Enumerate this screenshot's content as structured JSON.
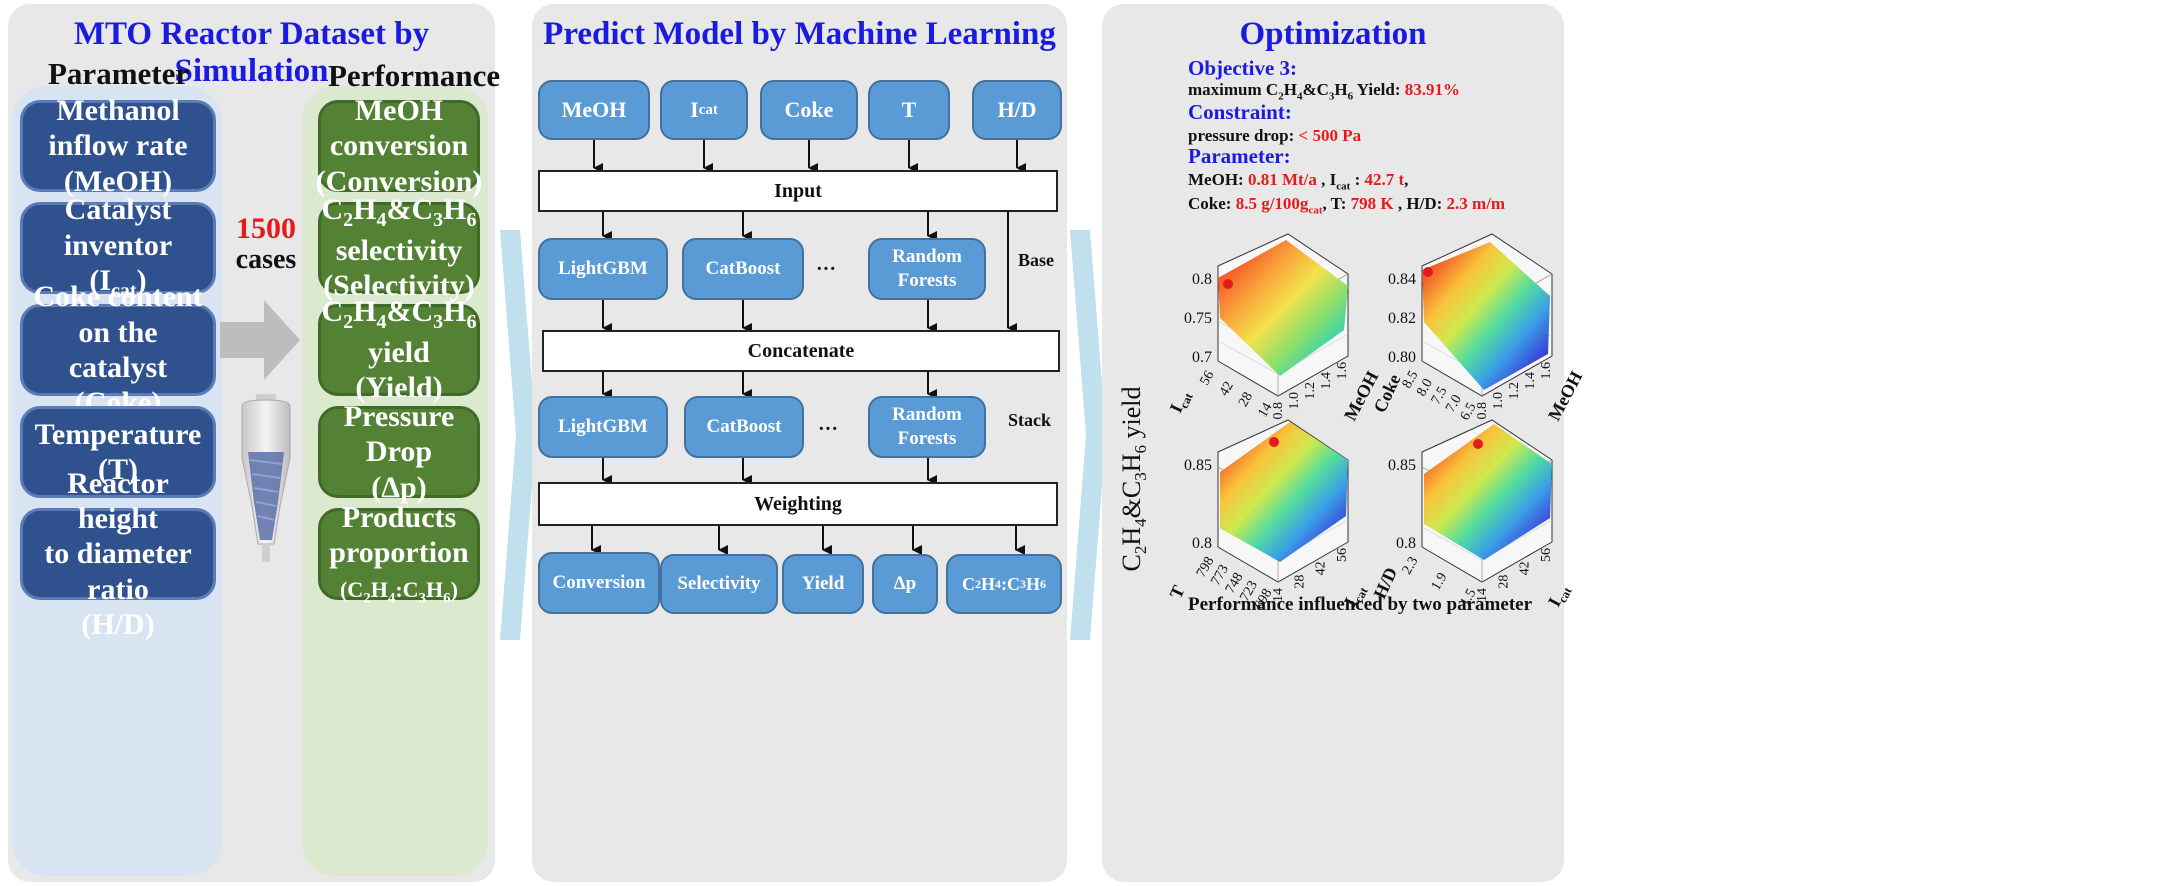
{
  "left": {
    "title": "MTO Reactor Dataset by Simulation",
    "parameter_header": "Parameter",
    "performance_header": "Performance",
    "parameters": [
      {
        "line1": "Methanol",
        "line2": "inflow rate",
        "line3": "(MeOH)"
      },
      {
        "line1": "Catalyst",
        "line2": "inventor",
        "line3": "(I",
        "sub": "cat",
        "close": ")"
      },
      {
        "line1": "Coke content",
        "line2": "on the catalyst",
        "line3": "(Coke)"
      },
      {
        "line1": "Temperature",
        "line2": "(T)"
      },
      {
        "line1": "Reactor height",
        "line2": "to diameter ratio",
        "line3": "(H/D)"
      }
    ],
    "cases_count": "1500",
    "cases_label": "cases",
    "performances": [
      {
        "line1": "MeOH",
        "line2": "conversion",
        "line3": "(Conversion)"
      },
      {
        "c2": "C",
        "c2s": "2",
        "h4": "H",
        "h4s": "4",
        "amp": "&",
        "c3": "C",
        "c3s": "3",
        "h6": "H",
        "h6s": "6",
        "line2": "selectivity",
        "line3": "(Selectivity)"
      },
      {
        "c2": "C",
        "c2s": "2",
        "h4": "H",
        "h4s": "4",
        "amp": "&",
        "c3": "C",
        "c3s": "3",
        "h6": "H",
        "h6s": "6",
        "line2": "yield",
        "line3": "(Yield)"
      },
      {
        "line1": "Pressure",
        "line2": "Drop",
        "line3": "(Δp)"
      },
      {
        "line1": "Products",
        "line2": "proportion",
        "line3a": "(C",
        "s1": "2",
        "line3b": "H",
        "s2": "4",
        "line3c": ":C",
        "s3": "3",
        "line3d": "H",
        "s4": "6",
        "line3e": ")"
      }
    ]
  },
  "middle": {
    "title": "Predict Model by Machine Learning",
    "inputs": [
      "MeOH",
      "I",
      "Coke",
      "T",
      "H/D"
    ],
    "input_sub": "cat",
    "input_bar": "Input",
    "base_models": [
      "LightGBM",
      "CatBoost",
      "Random Forests"
    ],
    "base_label": "Base",
    "ellipsis": "···",
    "concatenate": "Concatenate",
    "stack_models": [
      "LightGBM",
      "CatBoost",
      "Random Forests"
    ],
    "stack_label": "Stack",
    "weighting": "Weighting",
    "outputs": [
      "Conversion",
      "Selectivity",
      "Yield",
      "Δp"
    ],
    "output_ratio": {
      "a": "C",
      "a_s": "2",
      "b": "H",
      "b_s": "4",
      "c": ":C",
      "c_s": "3",
      "d": "H",
      "d_s": "6"
    }
  },
  "right": {
    "title": "Optimization",
    "objective_label": "Objective 3:",
    "objective_text_a": "maximum C",
    "objective_text_b": "H",
    "objective_text_c": "&C",
    "objective_text_d": "H",
    "objective_text_e": " Yield: ",
    "objective_subs": [
      "2",
      "4",
      "3",
      "6"
    ],
    "objective_value": "83.91%",
    "constraint_label": "Constraint:",
    "constraint_text": "pressure drop: ",
    "constraint_value": "< 500 Pa",
    "parameter_label": "Parameter:",
    "param_line1": {
      "meoh_k": "MeOH: ",
      "meoh_v": "0.81 Mt/a",
      "sep": " , I",
      "icat_sub": "cat",
      "icat_k": " : ",
      "icat_v": "42.7 t",
      "end": ","
    },
    "param_line2": {
      "coke_k": "Coke: ",
      "coke_v": "8.5 g/100g",
      "coke_sub": "cat",
      "t_k": ",  T: ",
      "t_v": "798 K",
      "hd_k": " , H/D: ",
      "hd_v": "2.3 m/m"
    },
    "yaxis_a": "C",
    "yaxis_s1": "2",
    "yaxis_b": "H",
    "yaxis_s2": "4",
    "yaxis_c": "&C",
    "yaxis_s3": "3",
    "yaxis_d": "H",
    "yaxis_s4": "6",
    "yaxis_e": " yield",
    "footer": "Performance influenced by two parameter",
    "plots": [
      {
        "z_ticks": [
          "0.8",
          "0.75",
          "0.7"
        ],
        "left_ticks": [
          "56",
          "42",
          "28",
          "14"
        ],
        "left_label": "I",
        "left_sub": "cat",
        "right_ticks": [
          "0.8",
          "1.0",
          "1.2",
          "1.4",
          "1.6"
        ],
        "right_label": "MeOH"
      },
      {
        "z_ticks": [
          "0.84",
          "0.82",
          "0.80"
        ],
        "left_ticks": [
          "8.5",
          "8.0",
          "7.5",
          "7.0",
          "6.5"
        ],
        "left_label": "Coke",
        "right_ticks": [
          "0.8",
          "1.0",
          "1.2",
          "1.4",
          "1.6"
        ],
        "right_label": "MeOH"
      },
      {
        "z_ticks": [
          "0.85",
          "0.8"
        ],
        "left_ticks": [
          "798",
          "773",
          "748",
          "723",
          "698"
        ],
        "left_label": "T",
        "right_ticks": [
          "14",
          "28",
          "42",
          "56"
        ],
        "right_label": "I",
        "right_sub": "cat"
      },
      {
        "z_ticks": [
          "0.85",
          "0.8"
        ],
        "left_ticks": [
          "2.3",
          "1.9",
          "1.5"
        ],
        "left_label": "H/D",
        "right_ticks": [
          "14",
          "28",
          "42",
          "56"
        ],
        "right_label": "I",
        "right_sub": "cat"
      }
    ]
  },
  "colors": {
    "title_blue": "#1a1ae0",
    "param_box": "#2f528f",
    "perf_box": "#548235",
    "model_box": "#5b9bd5",
    "highlight_red": "#e21b1b",
    "chevron": "#bfe0ec"
  }
}
